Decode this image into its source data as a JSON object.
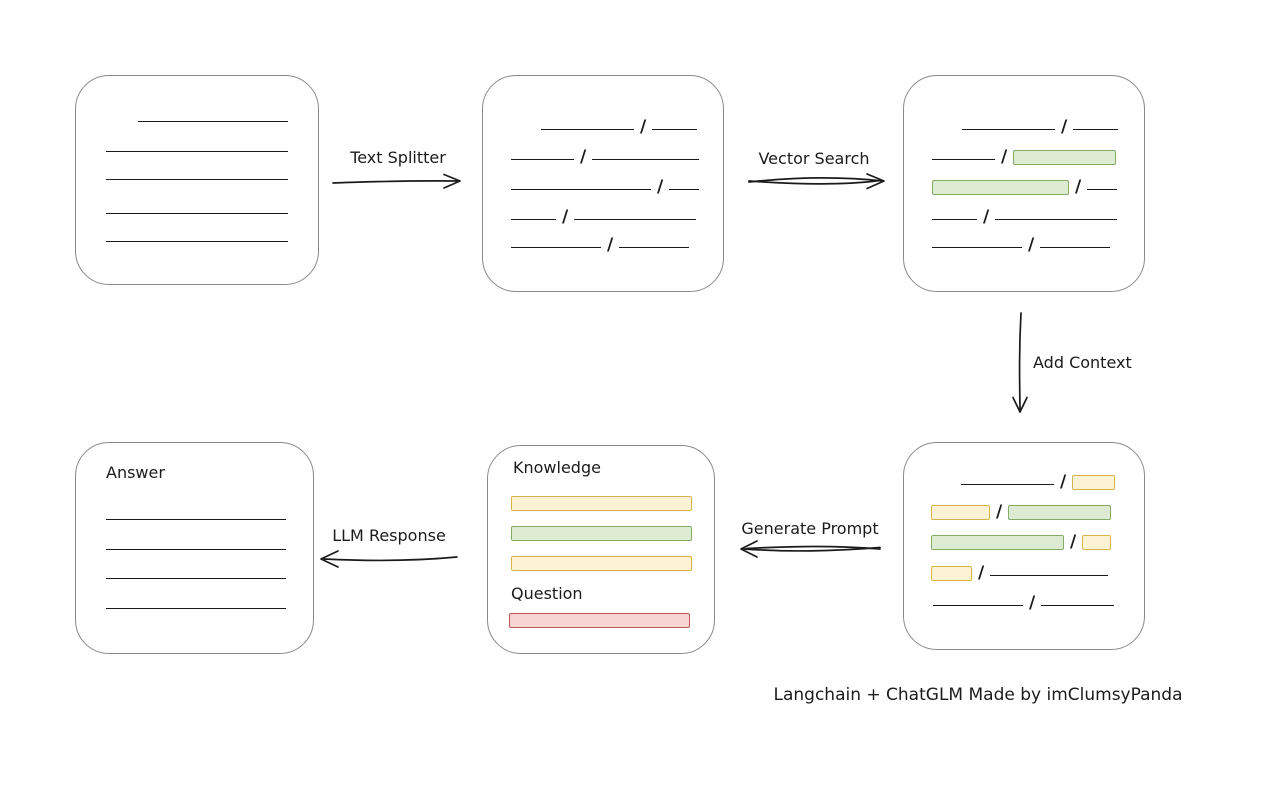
{
  "labels": {
    "text_splitter": "Text Splitter",
    "vector_search": "Vector Search",
    "add_context": "Add Context",
    "generate_prompt": "Generate Prompt",
    "llm_response": "LLM Response"
  },
  "boxes": {
    "source_document": {
      "line_count": 5
    },
    "split_chunks": {
      "rows": [
        [
          "line",
          "line"
        ],
        [
          "line",
          "line"
        ],
        [
          "line",
          "line"
        ],
        [
          "line",
          "line"
        ],
        [
          "line",
          "line"
        ]
      ]
    },
    "vector_matched_chunks": {
      "rows": [
        [
          "line",
          "line"
        ],
        [
          "line",
          "green"
        ],
        [
          "green",
          "line"
        ],
        [
          "line",
          "line"
        ],
        [
          "line",
          "line"
        ]
      ]
    },
    "context_chunks": {
      "rows": [
        [
          "line",
          "yellow"
        ],
        [
          "yellow",
          "green"
        ],
        [
          "green",
          "yellow"
        ],
        [
          "yellow",
          "line"
        ],
        [
          "line",
          "line"
        ]
      ]
    },
    "prompt": {
      "knowledge_label": "Knowledge",
      "question_label": "Question",
      "knowledge_bars": [
        "yellow",
        "green",
        "yellow"
      ],
      "question_bar": "red"
    },
    "answer": {
      "label": "Answer",
      "line_count": 4
    }
  },
  "glyphs": {
    "slash": "/"
  },
  "footer": {
    "credit": "Langchain + ChatGLM Made by imClumsyPanda"
  },
  "colors": {
    "ink": "#1b1b1b",
    "box_border": "#8a8a8a",
    "green_fill": "#dcebd2",
    "green_border": "#85ab66",
    "yellow_fill": "#fcf3d4",
    "yellow_border": "#d9b448",
    "red_fill": "#f7d5d2",
    "red_border": "#bf5653"
  }
}
